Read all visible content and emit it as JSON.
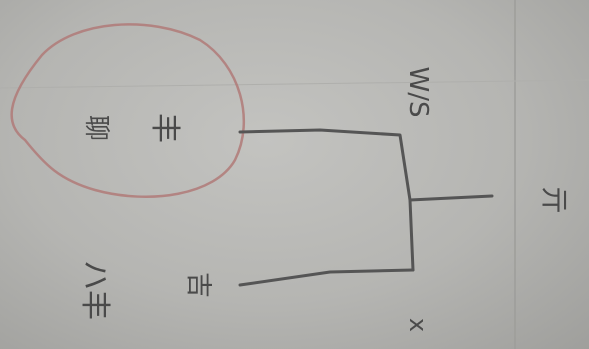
{
  "diagram": {
    "circle_node": {
      "top_text": "丰",
      "bottom_text": "聊"
    },
    "top_right_label": "W/S",
    "right_branch_label": "亓",
    "left_bottom_label": "吉",
    "left_bottom_label_2": "ハ丰",
    "bottom_label": "x"
  },
  "colors": {
    "paper": "#b9b9b6",
    "ink": "#4a4a4a",
    "circle_ink": "#b07a78"
  }
}
